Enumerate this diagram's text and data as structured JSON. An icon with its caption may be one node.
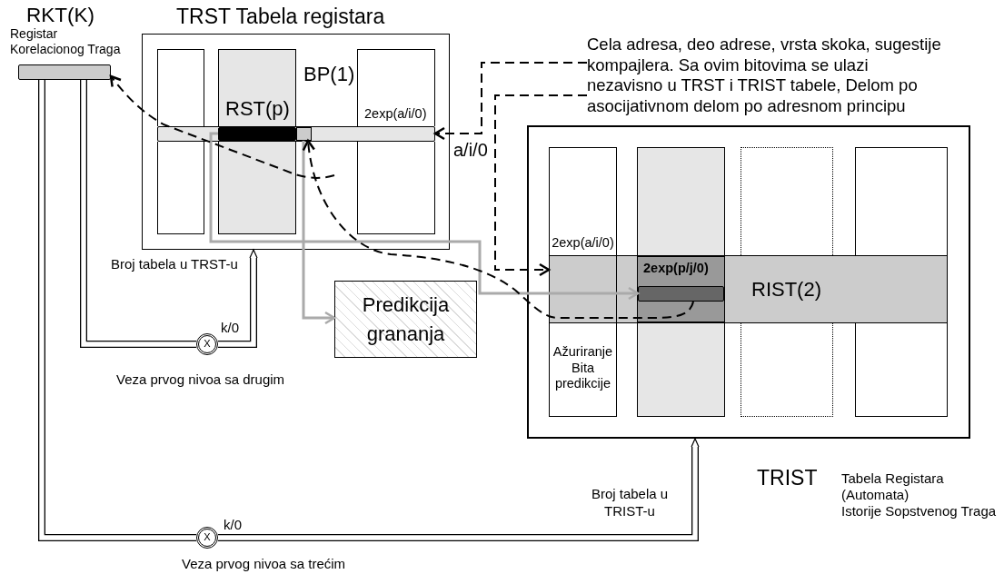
{
  "diagram": {
    "nodes": [
      {
        "text": [],
        "shape": "bar"
      },
      {
        "text": [
          "BP(1)"
        ]
      },
      {
        "text": [],
        "shape": "box",
        "in": 1
      },
      {
        "text": [
          "RST(p)"
        ],
        "in": 1
      },
      {
        "text": [
          "2exp(a/i/0)"
        ],
        "in": 1
      },
      {
        "text": [],
        "shape": "bar",
        "in": 1
      },
      {
        "text": [],
        "shape": "bar",
        "in": 5
      },
      {
        "text": [],
        "shape": "box",
        "in": 5
      },
      {
        "text": [],
        "shape": "box",
        "in": 1
      },
      {
        "text": [],
        "shape": "box",
        "in": 1
      },
      {
        "text": [],
        "shape": "box",
        "in": 1
      },
      {
        "text": [
          "Cela adresa, deo adrese, vrsta skoka, sugestije kompajlera. Sa ovim bitovima se ulazi nezavisno u TRST i TRIST tabele, Delom po asocijativnom delom po adresnom principu"
        ]
      },
      {
        "text": [
          "Predikcija grananja"
        ]
      },
      {
        "text": [],
        "shape": "box",
        "beside": [
          "TRIST",
          "Tabela Registara (Automata)",
          "Istorije Sopstvenog Traga"
        ]
      },
      {
        "text": [
          "2exp(a/i/0)"
        ],
        "in": 13
      },
      {
        "text": [],
        "shape": "box",
        "in": 13
      },
      {
        "text": [],
        "shape": "box",
        "in": 13
      },
      {
        "text": [],
        "shape": "box",
        "in": 13
      },
      {
        "text": [
          "RIST(2)"
        ],
        "in": 13
      },
      {
        "text": [
          "2exp(p/j/0)"
        ],
        "in": 18
      },
      {
        "text": [],
        "shape": "bar",
        "in": 19
      },
      {
        "text": [
          "Ažuriranje Bita predikcije"
        ],
        "in": 13
      },
      {
        "text": [],
        "shape": "box",
        "in": 13
      },
      {
        "text": [],
        "shape": "box",
        "in": 13
      },
      {
        "text": [],
        "shape": "box",
        "in": 13
      },
      {
        "text": [
          "X"
        ],
        "beside": [
          "k/0",
          "Veza prvog nivoa sa drugim"
        ]
      },
      {
        "text": [
          "X"
        ],
        "beside": [
          "k/0",
          "Veza prvog nivoa sa trećim"
        ]
      }
    ],
    "edges": [
      {
        "from": 0,
        "to": 25,
        "arrow": "none",
        "style": "thick"
      },
      {
        "from": 25,
        "to": 1,
        "arrow": "to",
        "style": "thick",
        "label": "Broj tabela u TRST-u"
      },
      {
        "from": 0,
        "to": 26,
        "arrow": "none",
        "style": "thick"
      },
      {
        "from": 26,
        "to": 13,
        "arrow": "to",
        "style": "thick",
        "label": "Broj tabela u TRIST-u"
      },
      {
        "from": 11,
        "to": 5,
        "arrow": "to",
        "style": "dashed",
        "label": "a/i/0"
      },
      {
        "from": 11,
        "to": 18,
        "arrow": "to",
        "style": "dashed"
      },
      {
        "from": 6,
        "to": 20,
        "arrow": "to",
        "color": "#aaaaaa"
      },
      {
        "from": 7,
        "to": 12,
        "arrow": "to",
        "color": "#aaaaaa"
      },
      {
        "from": 20,
        "to": 7,
        "arrow": "to",
        "style": "dashed"
      },
      {
        "from": null,
        "to": 0,
        "arrow": "to",
        "style": "dashed"
      }
    ],
    "labels": [
      "RKT(K)",
      "Registar Korelacionog Traga",
      "TRST Tabela registara"
    ]
  }
}
